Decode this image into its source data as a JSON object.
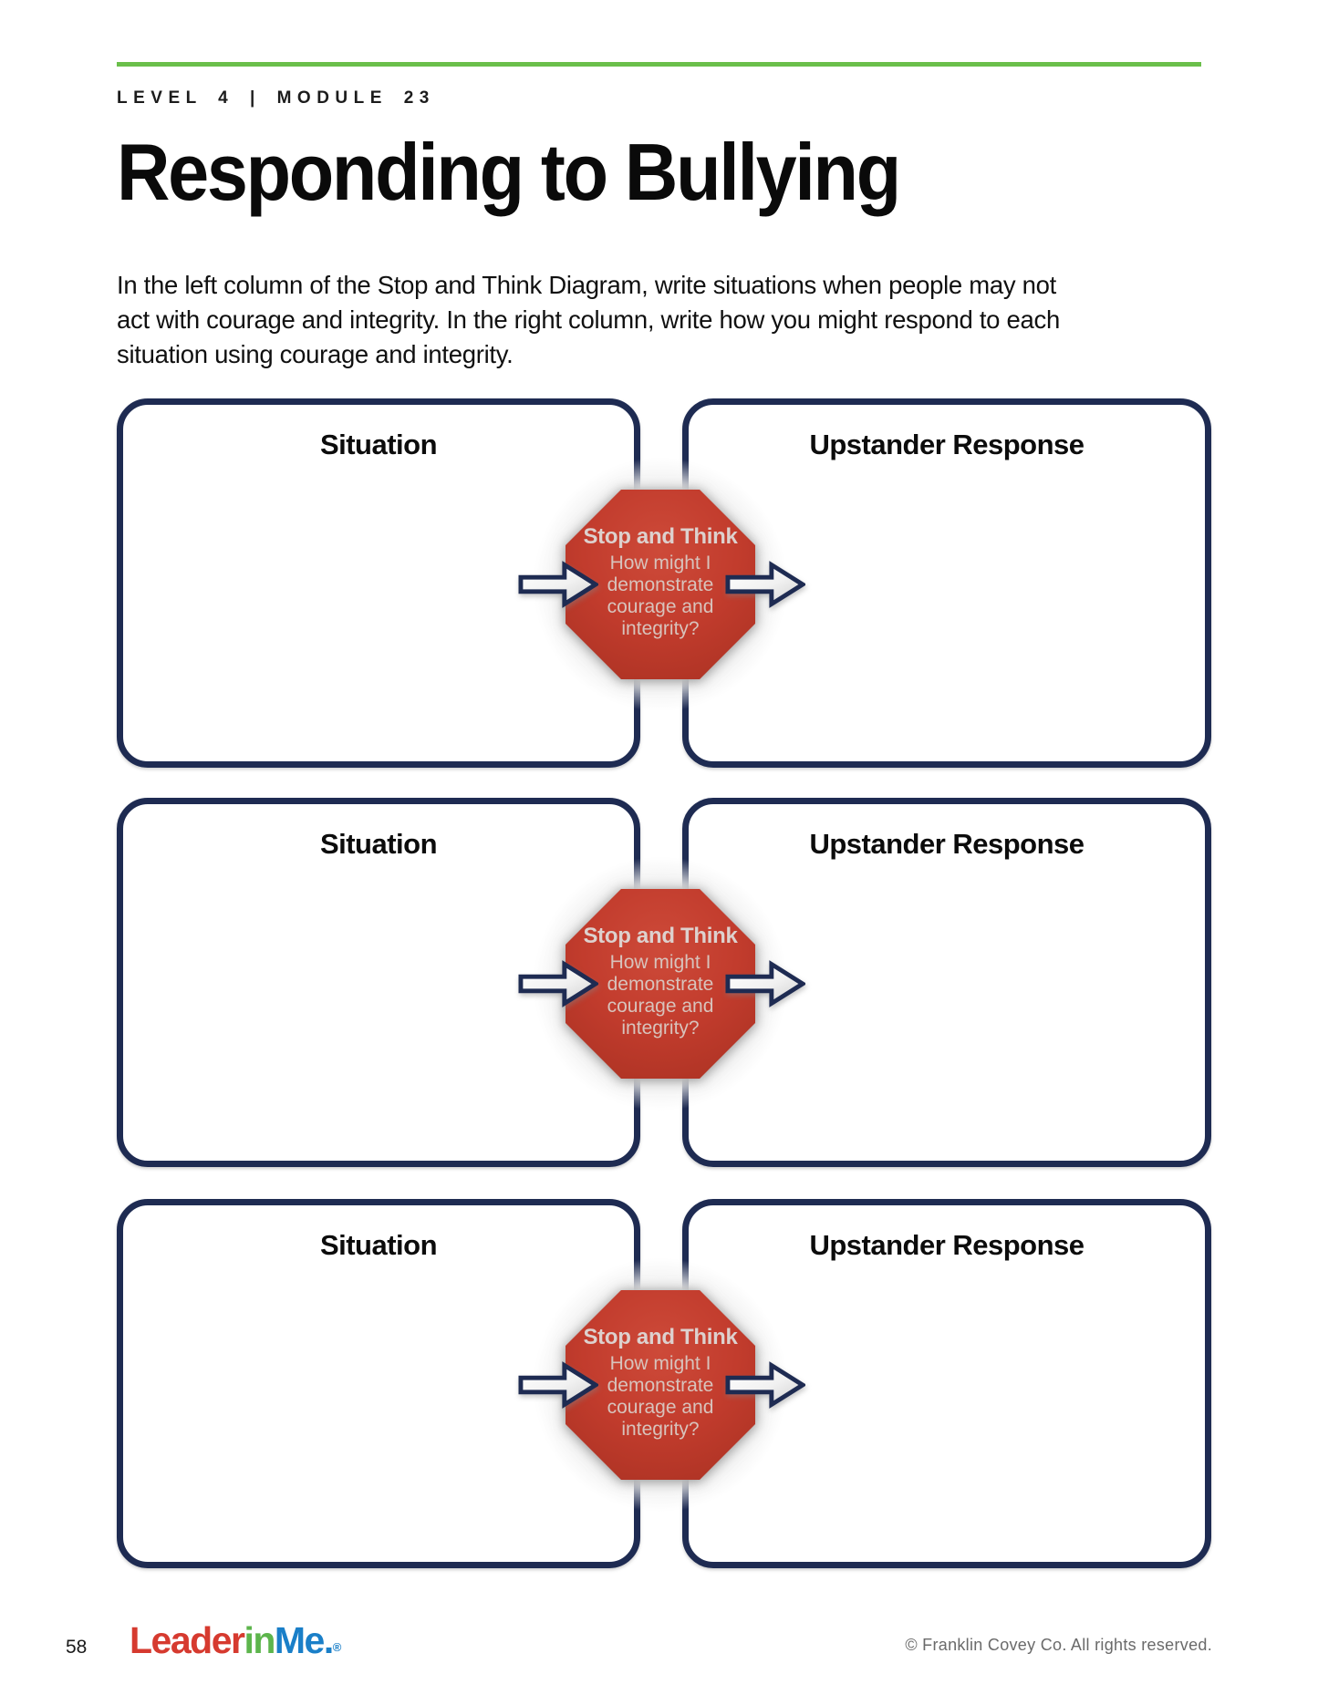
{
  "header": {
    "kicker": "LEVEL 4  |  MODULE 23",
    "title": "Responding to Bullying"
  },
  "instructions": {
    "lines": [
      "In the left column of the Stop and Think Diagram, write situations when people may not",
      "act with courage and integrity. In the right column, write how you might respond to each",
      "situation using courage and integrity."
    ]
  },
  "rows": [
    {
      "left_header": "Situation",
      "right_header": "Upstander Response",
      "octagon": {
        "title": "Stop and Think",
        "question": "How might I demonstrate courage and integrity?"
      }
    },
    {
      "left_header": "Situation",
      "right_header": "Upstander Response",
      "octagon": {
        "title": "Stop and Think",
        "question": "How might I demonstrate courage and integrity?"
      }
    },
    {
      "left_header": "Situation",
      "right_header": "Upstander Response",
      "octagon": {
        "title": "Stop and Think",
        "question": "How might I demonstrate courage and integrity?"
      }
    }
  ],
  "footer": {
    "page_number": "58",
    "logo": {
      "leader": "Leader",
      "in": "in",
      "me": "Me.",
      "registered": "®"
    },
    "copyright": "© Franklin Covey Co. All rights reserved."
  },
  "colors": {
    "accent_green": "#6abf4a",
    "border_navy": "#1e2b52",
    "stop_sign_red": "#c23c2d",
    "logo_red": "#d63a2f",
    "logo_green": "#5db54c",
    "logo_blue": "#1a7fc8"
  },
  "icons": {
    "arrow": "right-arrow-icon",
    "stop_sign": "stop-sign-octagon"
  }
}
